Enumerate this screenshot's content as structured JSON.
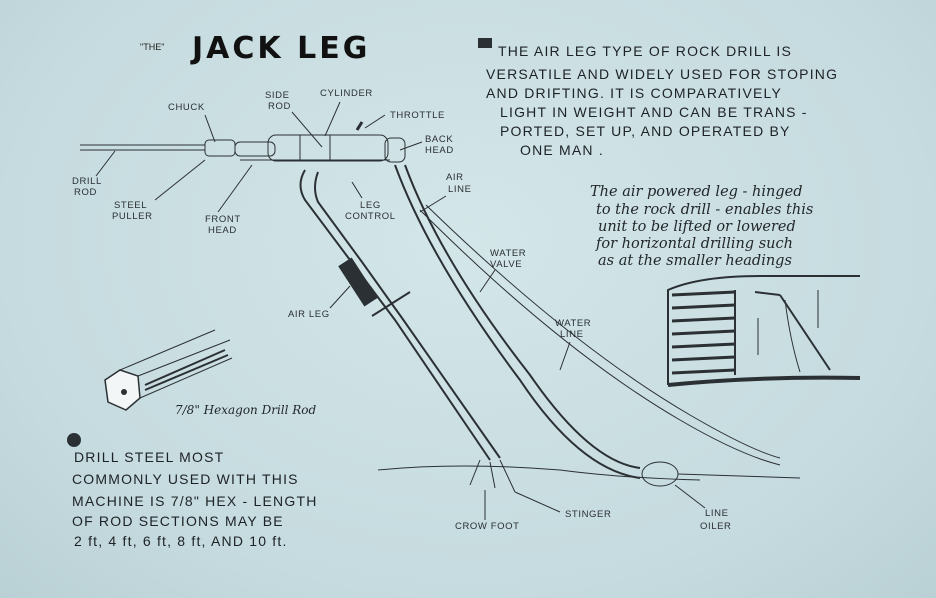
{
  "title": {
    "prefix": "\"THE\"",
    "main": "JACK LEG"
  },
  "intro_text": [
    "THE AIR LEG TYPE OF ROCK DRILL IS",
    "VERSATILE AND WIDELY USED FOR STOPING",
    "AND DRIFTING. IT IS COMPARATIVELY",
    "LIGHT IN WEIGHT AND CAN BE TRANS -",
    "PORTED, SET UP, AND OPERATED BY",
    "ONE MAN ."
  ],
  "leg_note": [
    "The air powered leg - hinged",
    "to the rock drill - enables this",
    "unit to be lifted or lowered",
    "for horizontal drilling such",
    "as at the smaller headings"
  ],
  "steel_note": [
    "DRILL STEEL MOST",
    "COMMONLY USED WITH THIS",
    "MACHINE IS 7/8\" HEX - LENGTH",
    "OF ROD SECTIONS MAY BE",
    "2 ft, 4 ft, 6 ft, 8 ft, AND 10 ft."
  ],
  "hex_rod_caption": "7/8\" Hexagon Drill Rod",
  "labels": {
    "chuck": "CHUCK",
    "side_rod": [
      "SIDE",
      "ROD"
    ],
    "cylinder": "CYLINDER",
    "throttle": "THROTTLE",
    "back_head": [
      "BACK",
      "HEAD"
    ],
    "drill_rod": [
      "DRILL",
      "ROD"
    ],
    "steel_puller": [
      "STEEL",
      "PULLER"
    ],
    "front_head": [
      "FRONT",
      "HEAD"
    ],
    "leg_control": [
      "LEG",
      "CONTROL"
    ],
    "air_line": [
      "AIR",
      "LINE"
    ],
    "water_valve": [
      "WATER",
      "VALVE"
    ],
    "air_leg": "AIR LEG",
    "water_line": [
      "WATER",
      "LINE"
    ],
    "crow_foot": "CROW FOOT",
    "stinger": "STINGER",
    "line_oiler": [
      "LINE",
      "OILER"
    ]
  }
}
